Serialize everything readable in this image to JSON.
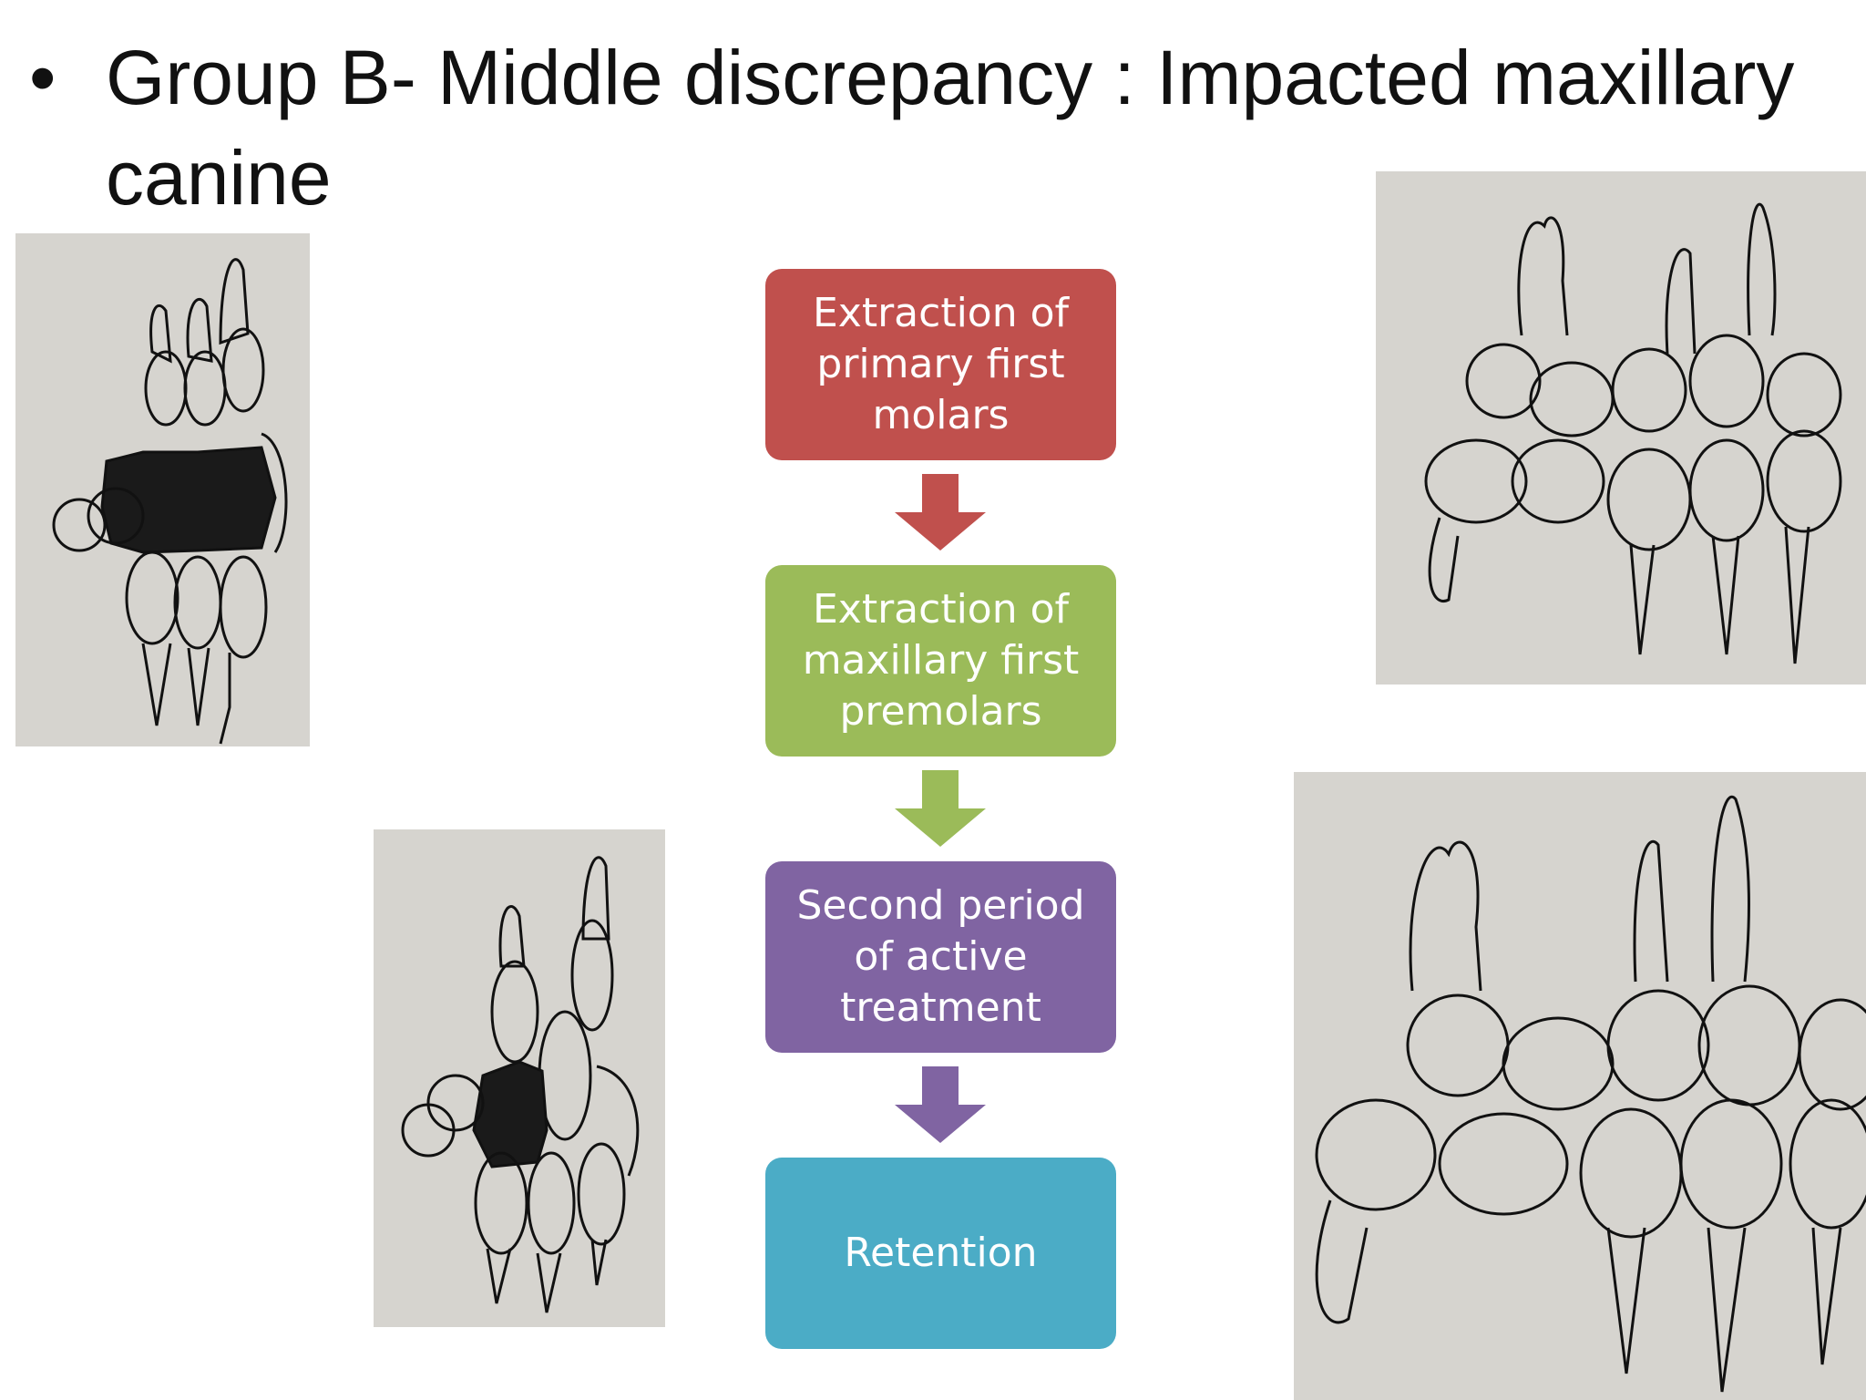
{
  "slide": {
    "bullet": "•",
    "title": "Group B- Middle discrepancy : Impacted maxillary canine"
  },
  "flow": {
    "steps": [
      {
        "label": "Extraction of primary first molars",
        "color": "#c0504d"
      },
      {
        "label": "Extraction of maxillary first premolars",
        "color": "#9bbb59"
      },
      {
        "label": "Second period of active treatment",
        "color": "#8064a2"
      },
      {
        "label": "Retention",
        "color": "#4bacc6"
      }
    ]
  },
  "images": [
    {
      "name": "dental-diagram-upper-left",
      "subject": "tooth arch drawing with dark-shaded primary molars"
    },
    {
      "name": "dental-diagram-lower-left",
      "subject": "tooth arch drawing with dark-shaded molar and impacted canine"
    },
    {
      "name": "dental-diagram-upper-right",
      "subject": "side-view tooth arch line drawing"
    },
    {
      "name": "dental-diagram-lower-right",
      "subject": "side-view tooth arch line drawing"
    }
  ]
}
